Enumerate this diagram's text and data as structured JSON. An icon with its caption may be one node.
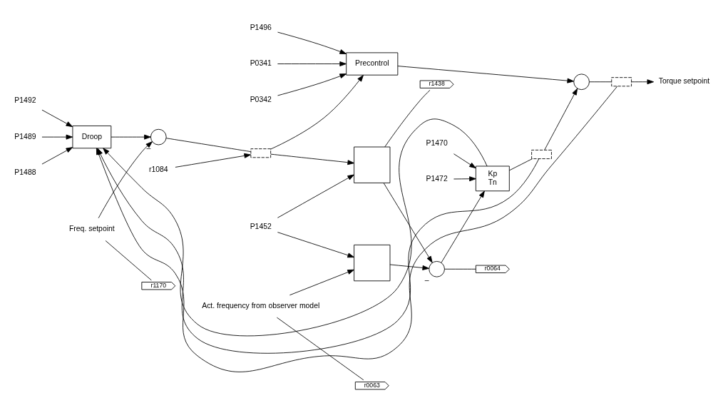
{
  "diagram": {
    "nodes": [
      {
        "text": [
          "P1492"
        ]
      },
      {
        "text": [
          "P1489"
        ]
      },
      {
        "text": [
          "P1488"
        ]
      },
      {
        "text": [
          "Droop"
        ]
      },
      {
        "text": [
          "P1496"
        ]
      },
      {
        "text": [
          "P0341"
        ]
      },
      {
        "text": [
          "P0342"
        ]
      },
      {
        "text": [
          "Precontrol"
        ]
      },
      {
        "text": [
          "r1170"
        ]
      },
      {
        "text": [
          "Freq. setpoint"
        ]
      },
      {
        "text": [],
        "shape": "circle",
        "beside": [
          "–"
        ]
      },
      {
        "text": [
          "r1084"
        ]
      },
      {
        "text": [],
        "shape": "limiter"
      },
      {
        "text": [],
        "shape": "box"
      },
      {
        "text": [
          "r1438"
        ]
      },
      {
        "text": [],
        "shape": "circle",
        "beside": [
          "–"
        ]
      },
      {
        "text": [
          "r0064"
        ]
      },
      {
        "text": [
          "Kp",
          "Tn"
        ]
      },
      {
        "text": [
          "P1470"
        ]
      },
      {
        "text": [
          "P1472"
        ]
      },
      {
        "text": [],
        "shape": "limiter"
      },
      {
        "text": [],
        "shape": "circle"
      },
      {
        "text": [],
        "shape": "limiter"
      },
      {
        "text": [
          "Torque setpoint"
        ]
      },
      {
        "text": [
          "P1452"
        ]
      },
      {
        "text": [
          "r0063"
        ]
      },
      {
        "text": [
          "Act. frequency from observer model"
        ]
      },
      {
        "text": [],
        "shape": "box"
      }
    ],
    "edges": [
      {
        "from": 0,
        "to": 3,
        "arrow": "to"
      },
      {
        "from": 1,
        "to": 3,
        "arrow": "to"
      },
      {
        "from": 2,
        "to": 3,
        "arrow": "to"
      },
      {
        "from": 3,
        "to": 10,
        "arrow": "to"
      },
      {
        "from": 4,
        "to": 7,
        "arrow": "to"
      },
      {
        "from": 5,
        "to": 7,
        "arrow": "to"
      },
      {
        "from": 6,
        "to": 7,
        "arrow": "to"
      },
      {
        "from": 9,
        "to": 10,
        "arrow": "to"
      },
      {
        "from": 9,
        "to": 8,
        "arrow": "none"
      },
      {
        "from": 10,
        "to": 12,
        "arrow": "none"
      },
      {
        "from": 11,
        "to": 12,
        "arrow": "to"
      },
      {
        "from": 12,
        "to": 13,
        "arrow": "to"
      },
      {
        "from": 12,
        "to": 7,
        "arrow": "to"
      },
      {
        "from": 7,
        "to": 21,
        "arrow": "to"
      },
      {
        "from": 13,
        "to": 15,
        "arrow": "to"
      },
      {
        "from": 13,
        "to": 14,
        "arrow": "none"
      },
      {
        "from": 24,
        "to": 13,
        "arrow": "to"
      },
      {
        "from": 24,
        "to": 27,
        "arrow": "to"
      },
      {
        "from": 15,
        "to": 17,
        "arrow": "to"
      },
      {
        "from": 15,
        "to": 16,
        "arrow": "none"
      },
      {
        "from": 18,
        "to": 17,
        "arrow": "to"
      },
      {
        "from": 19,
        "to": 17,
        "arrow": "to"
      },
      {
        "from": 17,
        "to": 3,
        "arrow": "to"
      },
      {
        "from": 17,
        "to": 20,
        "arrow": "none"
      },
      {
        "from": 20,
        "to": 21,
        "arrow": "to"
      },
      {
        "from": 20,
        "to": 3,
        "arrow": "to"
      },
      {
        "from": 21,
        "to": 22,
        "arrow": "none"
      },
      {
        "from": 22,
        "to": 23,
        "arrow": "to"
      },
      {
        "from": 22,
        "to": 3,
        "arrow": "to"
      },
      {
        "from": 26,
        "to": 27,
        "arrow": "to"
      },
      {
        "from": 26,
        "to": 25,
        "arrow": "none"
      },
      {
        "from": 27,
        "to": 15,
        "arrow": "to"
      }
    ]
  }
}
